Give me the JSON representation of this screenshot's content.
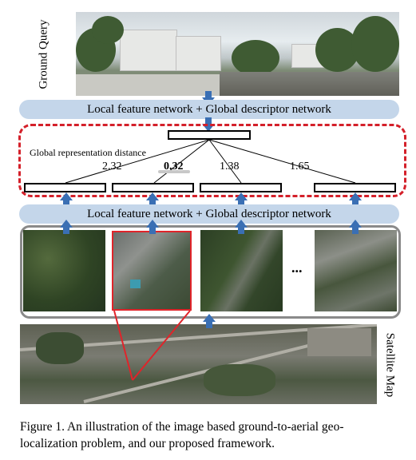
{
  "labels": {
    "ground_query": "Ground Query",
    "satellite_map": "Satellite Map"
  },
  "network": {
    "top_bar": "Local feature network + Global descriptor network",
    "bottom_bar": "Local feature network + Global descriptor network"
  },
  "distance": {
    "title": "Global representation distance",
    "values": [
      "2.32",
      "0.32",
      "1.38",
      "1.65"
    ],
    "best_index": 1
  },
  "tiles": {
    "ellipsis": "..."
  },
  "caption": "Figure 1. An illustration of the image based ground-to-aerial geo-localization problem, and our proposed framework.",
  "colors": {
    "bar_fill": "#c4d6ea",
    "dashed_frame": "#d4202a",
    "highlight": "#e0242a",
    "arrow": "#3a6fb4"
  }
}
